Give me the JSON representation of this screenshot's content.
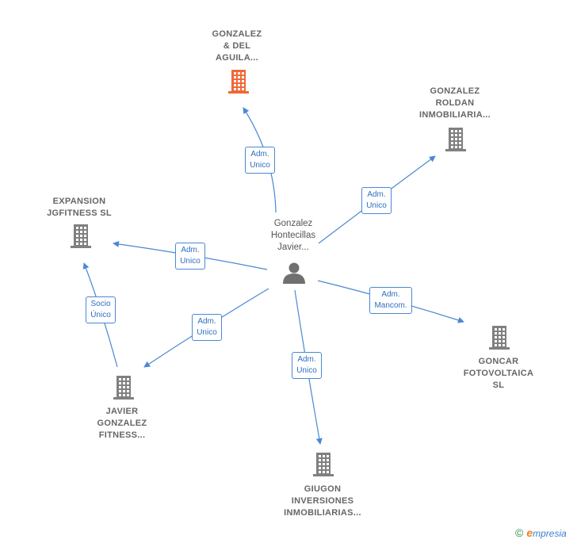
{
  "nodes": {
    "center": {
      "lines": [
        "Gonzalez",
        "Hontecillas",
        "Javier..."
      ],
      "type": "person"
    },
    "gonzalez_del_aguila": {
      "lines": [
        "GONZALEZ",
        "& DEL",
        "AGUILA..."
      ],
      "type": "company",
      "highlight": true
    },
    "gonzalez_roldan": {
      "lines": [
        "GONZALEZ",
        "ROLDAN",
        "INMOBILIARIA..."
      ],
      "type": "company"
    },
    "expansion_jgfitness": {
      "lines": [
        "EXPANSION",
        "JGFITNESS  SL"
      ],
      "type": "company"
    },
    "goncar": {
      "lines": [
        "GONCAR",
        "FOTOVOLTAICA",
        "SL"
      ],
      "type": "company"
    },
    "javier_gonzalez": {
      "lines": [
        "JAVIER",
        "GONZALEZ",
        "FITNESS..."
      ],
      "type": "company"
    },
    "giugon": {
      "lines": [
        "GIUGON",
        "INVERSIONES",
        "INMOBILIARIAS..."
      ],
      "type": "company"
    }
  },
  "edges": [
    {
      "from": "center",
      "to": "gonzalez_del_aguila",
      "label": [
        "Adm.",
        "Unico"
      ]
    },
    {
      "from": "center",
      "to": "gonzalez_roldan",
      "label": [
        "Adm.",
        "Unico"
      ]
    },
    {
      "from": "center",
      "to": "expansion_jgfitness",
      "label": [
        "Adm.",
        "Unico"
      ]
    },
    {
      "from": "center",
      "to": "goncar",
      "label": [
        "Adm.",
        "Mancom."
      ]
    },
    {
      "from": "center",
      "to": "javier_gonzalez",
      "label": [
        "Adm.",
        "Unico"
      ]
    },
    {
      "from": "center",
      "to": "giugon",
      "label": [
        "Adm.",
        "Unico"
      ]
    },
    {
      "from": "javier_gonzalez",
      "to": "expansion_jgfitness",
      "label": [
        "Socio",
        "Único"
      ]
    }
  ],
  "colors": {
    "edge": "#4a88d4",
    "company": "#808080",
    "highlight": "#f06838",
    "person": "#707070"
  },
  "brand": {
    "copyright": "©",
    "initial": "e",
    "rest": "mpresia"
  }
}
